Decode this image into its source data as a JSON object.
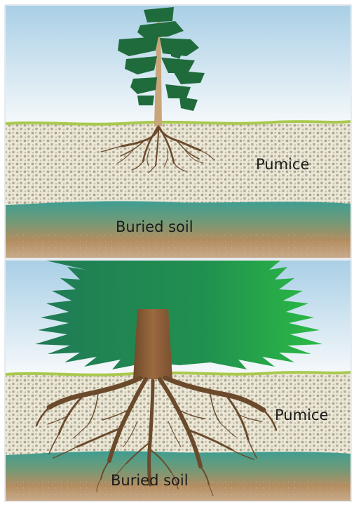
{
  "panels": [
    {
      "pumice_label": "Pumice",
      "soil_label": "Buried soil"
    },
    {
      "pumice_label": "Pumice",
      "soil_label": "Buried soil"
    }
  ],
  "colors": {
    "sky_top": "#a9cfe6",
    "sky_bottom": "#f4f8fb",
    "pumice": "#ece7d7",
    "pumice_dots": "#a9a68f",
    "grass": "#a9c94e",
    "soil_top": "#3f9b8f",
    "soil_bottom": "#b98f63",
    "roots": "#6b4a2c",
    "conifer_small": "#1f6b3c",
    "conifer_large_left": "#1f7a55",
    "conifer_large_right": "#23a94a",
    "trunk": "#8a5a34"
  }
}
